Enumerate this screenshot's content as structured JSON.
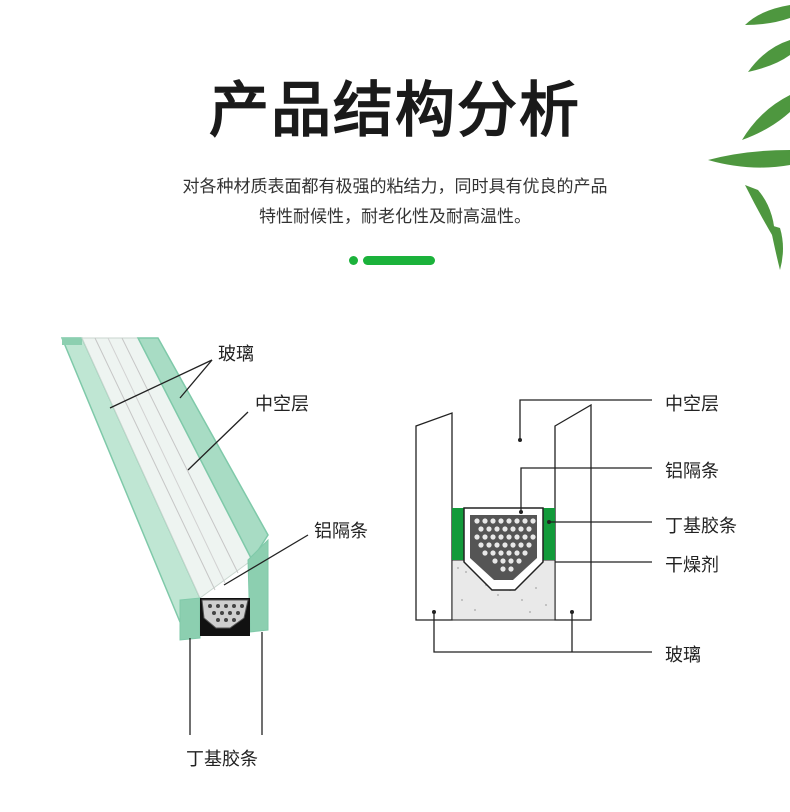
{
  "header": {
    "title": "产品结构分析",
    "subtitle_line1": "对各种材质表面都有极强的粘结力，同时具有优良的产品",
    "subtitle_line2": "特性耐候性，耐老化性及耐高温性。"
  },
  "left_diagram": {
    "labels": {
      "glass": "玻璃",
      "air_layer": "中空层",
      "spacer": "铝隔条",
      "butyl": "丁基胶条"
    }
  },
  "right_diagram": {
    "labels": {
      "air_layer": "中空层",
      "spacer": "铝隔条",
      "butyl": "丁基胶条",
      "desiccant": "干燥剂",
      "glass": "玻璃"
    }
  },
  "colors": {
    "accent": "#1bb23b",
    "glass_edge": "#7fc9a9",
    "butyl": "#129a3a",
    "leaf": "#3f8f2f"
  }
}
